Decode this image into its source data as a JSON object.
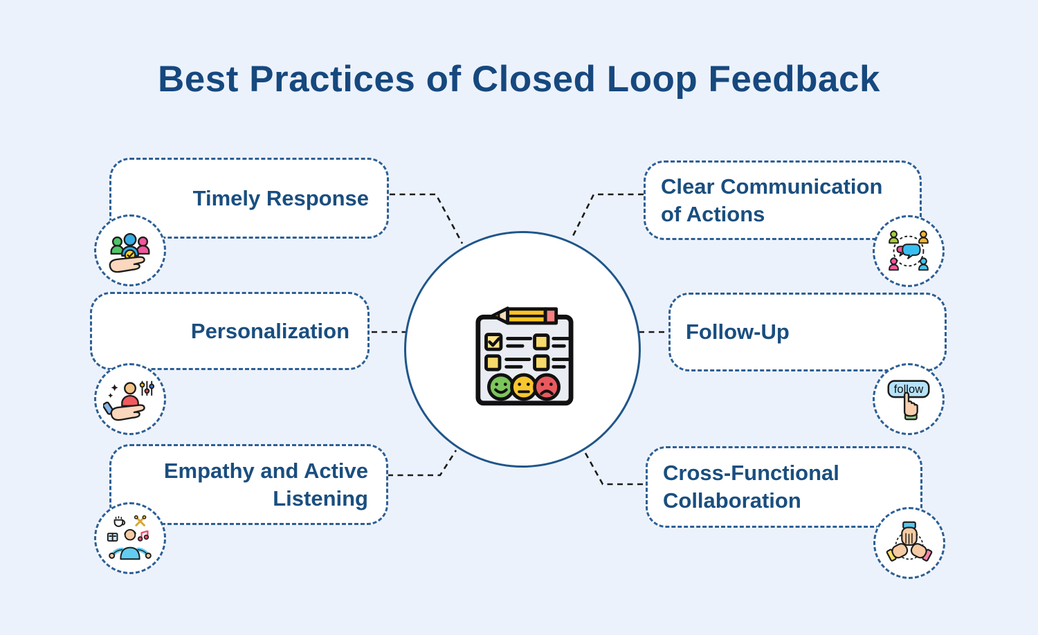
{
  "title": "Best Practices of Closed Loop Feedback",
  "nodes": [
    {
      "label": "Timely Response",
      "icon": "people-in-hand-icon"
    },
    {
      "label": "Personalization",
      "icon": "personal-service-icon"
    },
    {
      "label": "Empathy and Active\nListening",
      "icon": "open-arms-person-icon"
    },
    {
      "label": "Clear Communication\nof Actions",
      "icon": "group-discussion-icon"
    },
    {
      "label": "Follow-Up",
      "icon": "follow-button-icon",
      "icon_text": "follow"
    },
    {
      "label": "Cross-Functional\nCollaboration",
      "icon": "hands-together-icon"
    }
  ],
  "center": {
    "icon": "feedback-survey-icon"
  },
  "colors": {
    "background": "#ECF2FB",
    "title_text": "#16487E",
    "label_text": "#1A4E7F",
    "box_border": "#2D5F95",
    "center_circle_border": "#20568A",
    "connector": "#1B1B1B",
    "smiley_positive": "#7CC55B",
    "smiley_neutral": "#F8C72F",
    "smiley_negative": "#E9595E",
    "pencil_yellow": "#FFC226",
    "eraser_pink": "#F58080"
  }
}
